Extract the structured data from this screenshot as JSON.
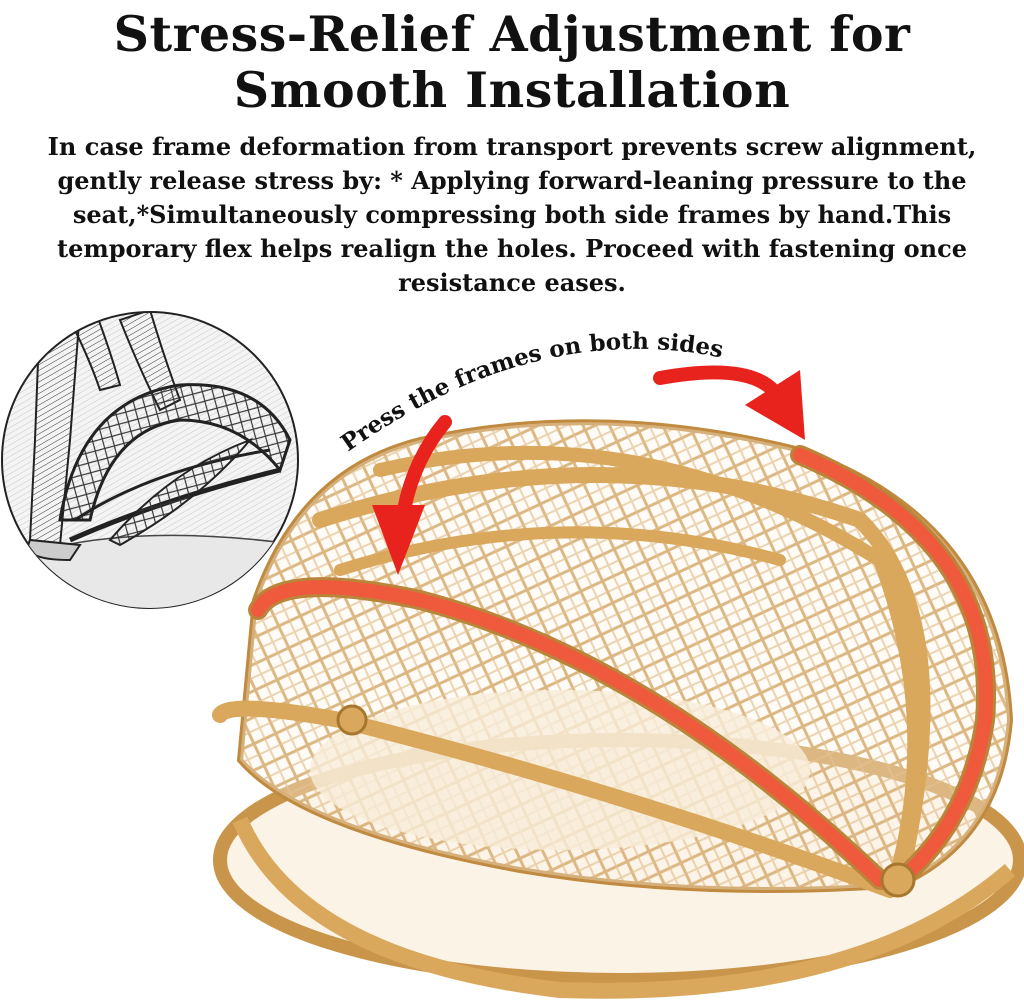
{
  "heading": {
    "line1": "Stress-Relief Adjustment for",
    "line2": "Smooth Installation"
  },
  "instructions": "In case frame deformation from transport prevents screw alignment, gently release stress by: * Applying forward-leaning pressure to the seat,*Simultaneously compressing both side frames by hand.This temporary flex helps realign the holes. Proceed with fastening once resistance eases.",
  "callout": "Press the frames on both sides",
  "colors": {
    "rattan": "#D9A85C",
    "rattan_dark": "#B9853A",
    "highlight_frame": "#F05A3C",
    "arrow": "#E8231D",
    "weave": "#C9954A"
  },
  "illustrations": {
    "inset": "sketch of person pressing a rattan egg-chair frame",
    "main": "rattan egg-chair frame with highlighted side frames"
  }
}
